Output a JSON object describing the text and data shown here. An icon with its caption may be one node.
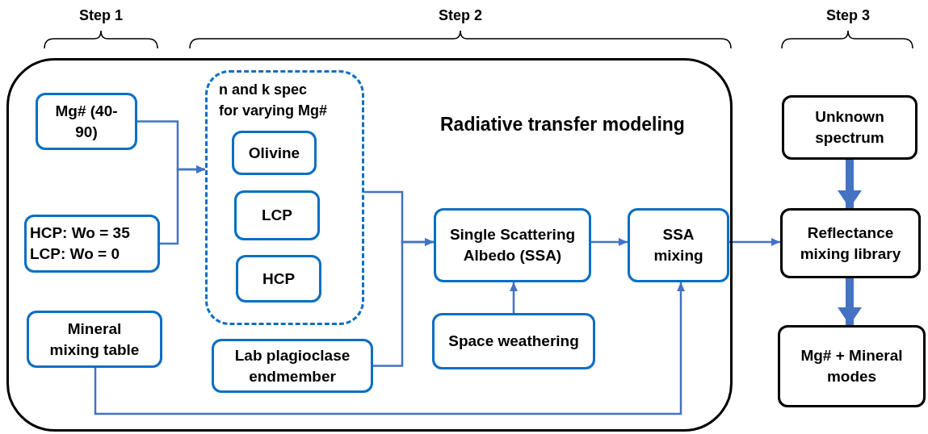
{
  "diagram": {
    "nodes": [
      {
        "text": [
          "Radiative transfer modeling"
        ]
      },
      {
        "text": [
          "Mg# (40-90)"
        ],
        "in": 0
      },
      {
        "text": [
          "HCP: Wo = 35 LCP: Wo = 0"
        ],
        "in": 0
      },
      {
        "text": [
          "n and k spec for varying Mg#"
        ],
        "in": 0
      },
      {
        "text": [
          "Olivine"
        ],
        "in": 3
      },
      {
        "text": [
          "LCP"
        ],
        "in": 3
      },
      {
        "text": [
          "HCP"
        ],
        "in": 3
      },
      {
        "text": [
          "Mineral mixing table"
        ],
        "in": 0
      },
      {
        "text": [
          "Lab plagioclase endmember"
        ],
        "in": 0
      },
      {
        "text": [
          "Single Scattering Albedo (SSA)"
        ],
        "in": 0
      },
      {
        "text": [
          "Space weathering"
        ],
        "in": 0
      },
      {
        "text": [
          "SSA mixing"
        ],
        "in": 0
      },
      {
        "text": [
          "Unknown spectrum"
        ]
      },
      {
        "text": [
          "Reflectance mixing library"
        ]
      },
      {
        "text": [
          "Mg# + Mineral modes"
        ]
      }
    ],
    "edges": [
      {
        "from": 1,
        "to": 3,
        "arrow": "to"
      },
      {
        "from": 2,
        "to": 3,
        "arrow": "to"
      },
      {
        "from": 3,
        "to": 9,
        "arrow": "to"
      },
      {
        "from": 8,
        "to": 9,
        "arrow": "to"
      },
      {
        "from": 10,
        "to": 9,
        "arrow": "to"
      },
      {
        "from": 9,
        "to": 11,
        "arrow": "to"
      },
      {
        "from": 7,
        "to": 11,
        "arrow": "to"
      },
      {
        "from": 11,
        "to": 13,
        "arrow": "to"
      },
      {
        "from": 12,
        "to": 13,
        "arrow": "to",
        "style": "thick"
      },
      {
        "from": 13,
        "to": 14,
        "arrow": "to",
        "style": "thick"
      }
    ],
    "labels": [
      "Step 1",
      "Step 2",
      "Step 3"
    ]
  }
}
